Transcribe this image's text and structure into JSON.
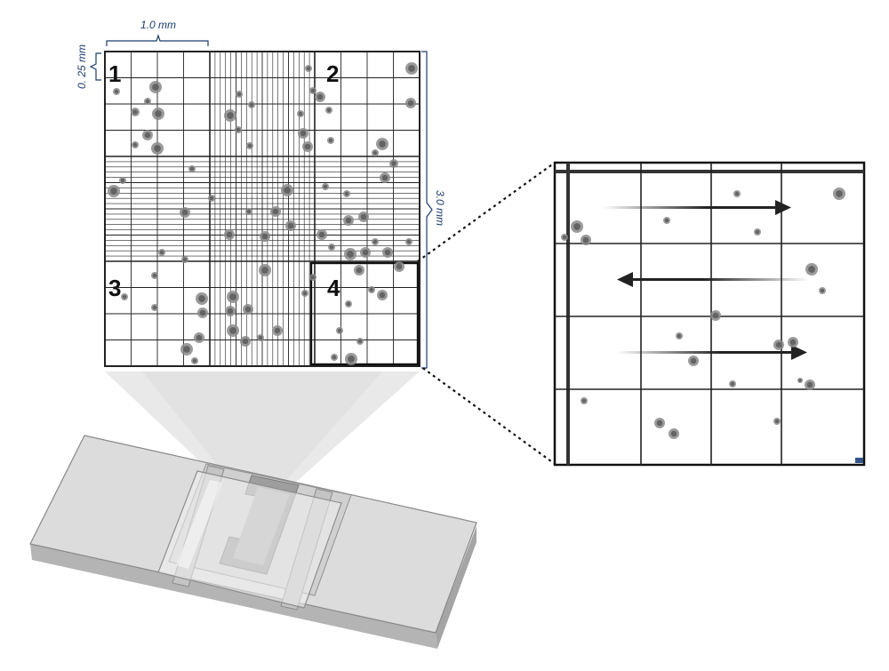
{
  "labels": {
    "width_dimension": "1.0 mm",
    "height_dimension": "0. 25 mm",
    "side_dimension": "3.0 mm"
  },
  "quadrants": [
    "1",
    "2",
    "3",
    "4"
  ],
  "colors": {
    "grid_line": "#222222",
    "dimension_text": "#1c3d6e",
    "cell_fill": "#8a8a8a",
    "cell_core": "#5e5e5e",
    "slide_top": "#dedede",
    "slide_side": "#b9b9b9",
    "arrow": "#222222"
  },
  "icons": {
    "slide": "hemocytometer-slide-icon",
    "arrow": "counting-direction-arrow-icon"
  }
}
